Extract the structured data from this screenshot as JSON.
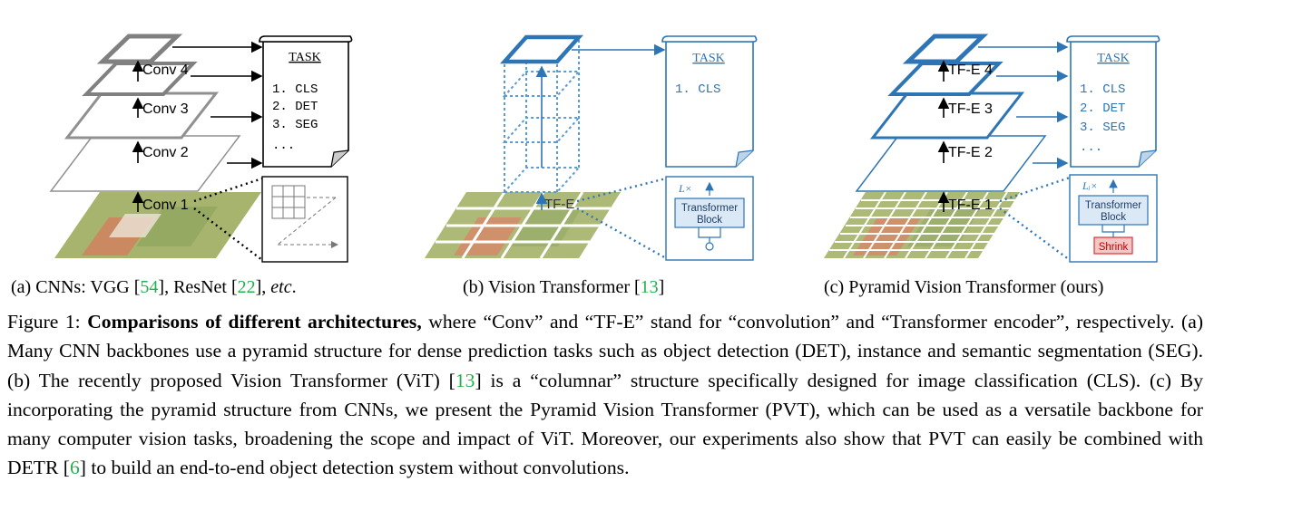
{
  "colors": {
    "cnn_gray": "#7f7f7f",
    "vit_blue": "#2e75b6",
    "citation_green": "#22b14c",
    "shrink_red": "#e03030"
  },
  "panel_a": {
    "layer_labels": [
      "Conv 1",
      "Conv 2",
      "Conv 3",
      "Conv 4"
    ],
    "task_title": "TASK",
    "tasks": [
      "1. CLS",
      "2. DET",
      "3. SEG",
      "..."
    ],
    "subcaption": {
      "prefix": "(a) CNNs: VGG [",
      "ref1": "54",
      "mid": "], ResNet [",
      "ref2": "22",
      "suffix_pre": "], ",
      "etc": "etc",
      "suffix": "."
    }
  },
  "panel_b": {
    "layer_label": "TF-E",
    "task_title": "TASK",
    "tasks": [
      "1. CLS"
    ],
    "block_repeat": "L×",
    "block_label_line1": "Transformer",
    "block_label_line2": "Block",
    "subcaption": {
      "prefix": "(b) Vision Transformer [",
      "ref": "13",
      "suffix": "]"
    }
  },
  "panel_c": {
    "layer_labels": [
      "TF-E 1",
      "TF-E 2",
      "TF-E 3",
      "TF-E 4"
    ],
    "task_title": "TASK",
    "tasks": [
      "1. CLS",
      "2. DET",
      "3. SEG",
      "..."
    ],
    "block_repeat": "Lᵢ×",
    "block_label_line1": "Transformer",
    "block_label_line2": "Block",
    "shrink_label": "Shrink",
    "subcaption": "(c) Pyramid Vision Transformer (ours)"
  },
  "caption": {
    "lead": "Figure 1: ",
    "bold": "Comparisons of different architectures,",
    "p1": " where “Conv” and “TF-E” stand for “convolution” and “Transformer encoder”, respectively. (a) Many CNN backbones use a pyramid structure for dense prediction tasks such as object detection (DET), instance and semantic segmentation (SEG). (b) The recently proposed Vision Transformer (ViT) [",
    "ref13": "13",
    "p2": "] is a “columnar” structure specifically designed for image classification (CLS). (c) By incorporating the pyramid structure from CNNs, we present the Pyramid Vision Transformer (PVT), which can be used as a versatile backbone for many computer vision tasks, broadening the scope and impact of ViT. Moreover, our experiments also show that PVT can easily be combined with DETR [",
    "ref6": "6",
    "p3": "] to build an end-to-end object detection system without convolutions."
  }
}
